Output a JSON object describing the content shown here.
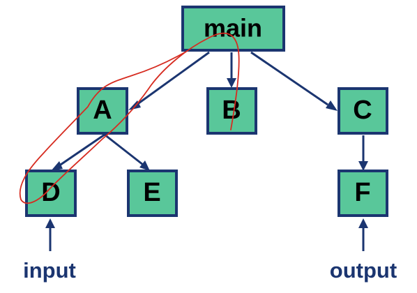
{
  "diagram": {
    "nodes": {
      "main": "main",
      "A": "A",
      "B": "B",
      "C": "C",
      "D": "D",
      "E": "E",
      "F": "F"
    },
    "labels": {
      "input": "input",
      "output": "output"
    },
    "edges": [
      [
        "main",
        "A"
      ],
      [
        "main",
        "B"
      ],
      [
        "main",
        "C"
      ],
      [
        "A",
        "D"
      ],
      [
        "A",
        "E"
      ],
      [
        "C",
        "F"
      ],
      [
        "input",
        "D"
      ],
      [
        "output",
        "F"
      ]
    ],
    "colors": {
      "box_fill": "#59c79a",
      "box_border": "#1b3570",
      "arrow": "#1b3570",
      "io_text": "#1b3570",
      "annotation": "#d62b20"
    }
  }
}
